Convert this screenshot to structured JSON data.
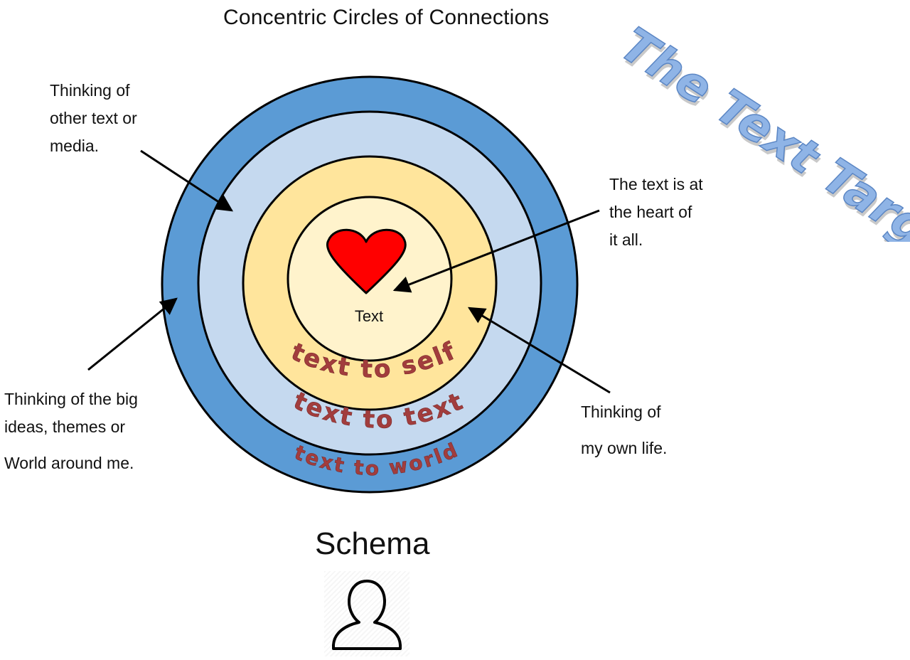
{
  "title": "Concentric Circles of Connections",
  "wordart": "The Text Target",
  "rings": {
    "center": "Text",
    "self": "text to self",
    "text": "text to text",
    "world": "text to world"
  },
  "labels": {
    "other_text": [
      "Thinking of",
      "other text or",
      "media."
    ],
    "text_heart": [
      "The text is at",
      "the heart of",
      "it all."
    ],
    "big_ideas": [
      "Thinking of the big",
      "ideas, themes or",
      "World around me."
    ],
    "own_life": [
      "Thinking of",
      "my own life."
    ]
  },
  "schema": "Schema",
  "icons": {
    "heart": "heart-icon",
    "person": "person-icon"
  },
  "colors": {
    "outer_ring": "#5b9bd5",
    "light_blue_ring": "#c5d9ef",
    "yellow_ring": "#ffe59c",
    "center": "#fff3cc",
    "heart": "#ff0000",
    "arc_text": "#a23d3d",
    "wordart": "#8fb4e6"
  }
}
